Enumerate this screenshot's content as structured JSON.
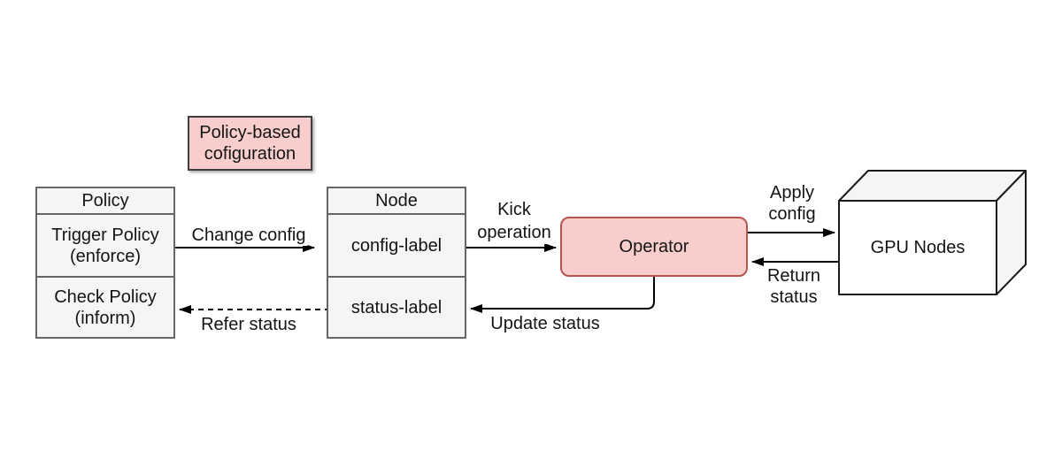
{
  "diagram": {
    "title_box": {
      "text": "Policy-based\ncofiguration"
    },
    "policy_table": {
      "header": "Policy",
      "rows": [
        "Trigger Policy\n(enforce)",
        "Check Policy\n(inform)"
      ]
    },
    "node_table": {
      "header": "Node",
      "rows": [
        "config-label",
        "status-label"
      ]
    },
    "operator": {
      "label": "Operator"
    },
    "gpu_nodes": {
      "label": "GPU Nodes"
    },
    "edges": {
      "change_config": {
        "label": "Change config",
        "type": "solid-arrow-right"
      },
      "kick_operation": {
        "label": "Kick\noperation",
        "type": "solid-arrow-right"
      },
      "apply_config": {
        "label": "Apply\nconfig",
        "type": "solid-arrow-right"
      },
      "return_status": {
        "label": "Return\nstatus",
        "type": "solid-arrow-left"
      },
      "update_status": {
        "label": "Update status",
        "type": "solid-elbow-arrow-left"
      },
      "refer_status": {
        "label": "Refer status",
        "type": "dashed-arrow-left"
      }
    },
    "colors": {
      "pink_fill": "#f8cecc",
      "operator_border": "#b85450",
      "title_border": "#3f3f3f",
      "table_fill": "#f5f5f5",
      "table_border": "#666666",
      "cube_front_fill": "#ffffff",
      "cube_side_fill": "#f5f5f5",
      "line_color": "#000000",
      "background": "#ffffff"
    }
  }
}
